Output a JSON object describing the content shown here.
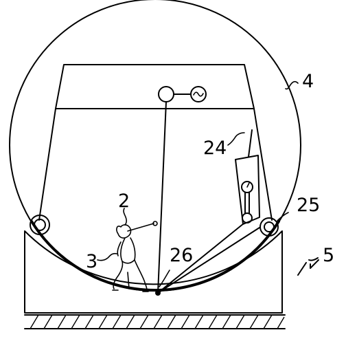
{
  "labels": {
    "sphere": "4",
    "support_arm": "24",
    "roller_right": "25",
    "tee_point": "26",
    "club": "2",
    "golfer": "3",
    "base": "5"
  },
  "icons": {
    "generator": "sine-wave-icon",
    "gauge": "dial-gauge-icon"
  }
}
